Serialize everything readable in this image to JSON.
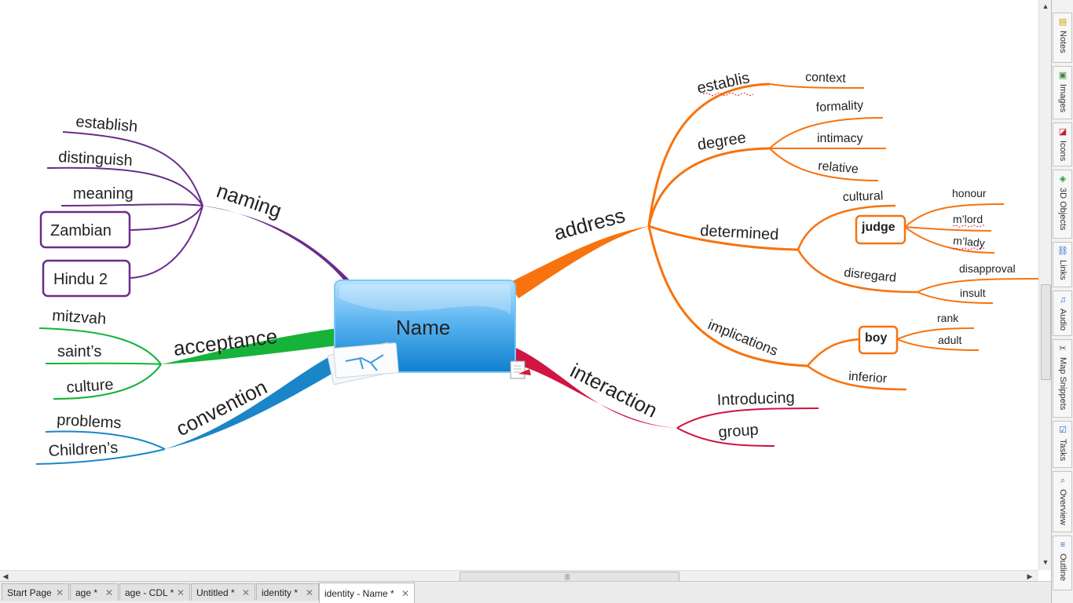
{
  "map": {
    "central": "Name",
    "branches": {
      "naming": {
        "label": "naming",
        "color": "#6a2c8c",
        "children": [
          "establish",
          "distinguish",
          "meaning",
          "Zambian",
          "Hindu 2"
        ]
      },
      "acceptance": {
        "label": "acceptance",
        "color": "#16b23a",
        "children": [
          "mitzvah",
          "saint’s",
          "culture"
        ]
      },
      "convention": {
        "label": "convention",
        "color": "#1a86c8",
        "children": [
          "problems",
          "Children’s"
        ]
      },
      "interaction": {
        "label": "interaction",
        "color": "#d01443",
        "children": [
          "Introducing",
          "group"
        ]
      },
      "address": {
        "label": "address",
        "color": "#f7730e",
        "establis": {
          "label": "establis",
          "children": [
            "context"
          ]
        },
        "degree": {
          "label": "degree",
          "children": [
            "formality",
            "intimacy",
            "relative"
          ]
        },
        "determined": {
          "label": "determined",
          "cultural": {
            "label": "cultural",
            "judge": {
              "label": "judge",
              "children": [
                "honour",
                "m’lord",
                "m’lady"
              ]
            }
          },
          "disregard": {
            "label": "disregard",
            "children": [
              "disapproval",
              "insult"
            ]
          }
        },
        "implications": {
          "label": "implications",
          "boy": {
            "label": "boy",
            "children": [
              "rank",
              "adult"
            ]
          },
          "inferior": "inferior"
        }
      }
    }
  },
  "tabs": [
    {
      "label": "Start Page",
      "close": "✕"
    },
    {
      "label": "age *",
      "close": "✕"
    },
    {
      "label": "age - CDL *",
      "close": "✕"
    },
    {
      "label": "Untitled *",
      "close": "✕"
    },
    {
      "label": "identity *",
      "close": "✕"
    },
    {
      "label": "identity - Name  *",
      "close": "✕",
      "active": true
    }
  ],
  "sidebar": [
    {
      "label": "Notes",
      "icon": "notes-icon",
      "glyph": "▤"
    },
    {
      "label": "Images",
      "icon": "image-icon",
      "glyph": "▣"
    },
    {
      "label": "Icons",
      "icon": "icons-icon",
      "glyph": "◪"
    },
    {
      "label": "3D Objects",
      "icon": "cube-icon",
      "glyph": "◈"
    },
    {
      "label": "Links",
      "icon": "link-icon",
      "glyph": "⛓"
    },
    {
      "label": "Audio",
      "icon": "music-icon",
      "glyph": "♫"
    },
    {
      "label": "Map Snippets",
      "icon": "scissors-icon",
      "glyph": "✂"
    },
    {
      "label": "Tasks",
      "icon": "checkbox-icon",
      "glyph": "☑"
    },
    {
      "label": "Overview",
      "icon": "magnifier-icon",
      "glyph": "⌕"
    },
    {
      "label": "Outline",
      "icon": "outline-icon",
      "glyph": "≡"
    }
  ],
  "scroll": {
    "up": "▲",
    "down": "▼",
    "left": "◀",
    "right": "▶",
    "grip": "|||"
  }
}
